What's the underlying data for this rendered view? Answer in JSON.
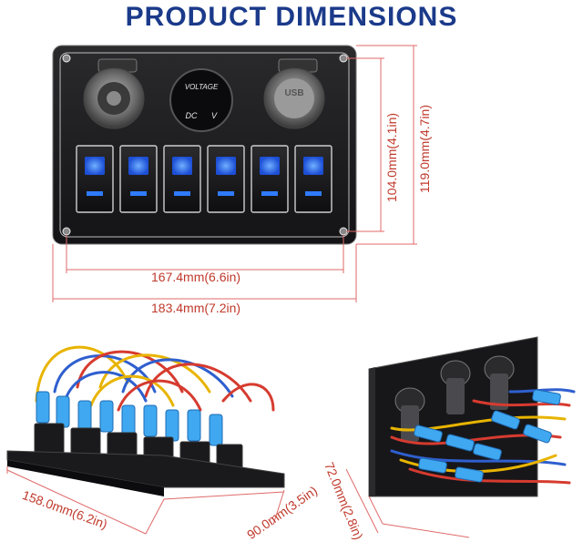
{
  "title": "PRODUCT DIMENSIONS",
  "panel": {
    "voltmeter_top": "VOLTAGE",
    "voltmeter_left": "DC",
    "voltmeter_right": "V",
    "usb_cap_text": "USB",
    "switch_count": 6,
    "switch_glow_color": "#2f7bff"
  },
  "dimensions": {
    "panel_width_inner": "167.4mm(6.6in)",
    "panel_width_outer": "183.4mm(7.2in)",
    "panel_height_inner": "104.0mm(4.1in)",
    "panel_height_outer": "119.0mm(4.7in)",
    "bottom_left_width": "158.0mm(6.2in)",
    "bottom_left_depth": "90.0mm(3.5in)",
    "bottom_right_depth": "72.0mm(2.8in)"
  },
  "colors": {
    "title": "#1b3a8a",
    "dimension_lines": "#e06a6a",
    "dimension_text": "#c0392b",
    "panel": "#1d1d1f"
  }
}
